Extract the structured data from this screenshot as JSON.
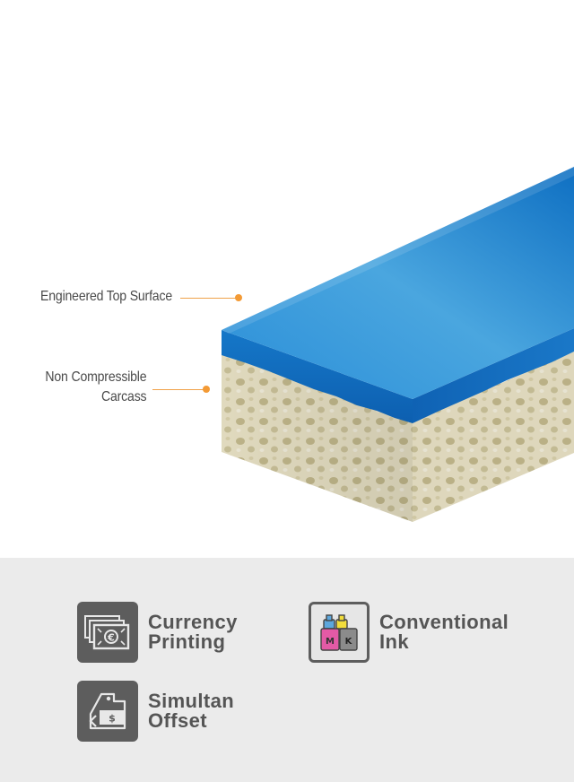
{
  "diagram": {
    "callouts": [
      {
        "id": "top-surface",
        "lines": [
          "Engineered Top Surface"
        ]
      },
      {
        "id": "carcass",
        "lines": [
          "Non Compressible",
          "Carcass"
        ]
      }
    ],
    "colors": {
      "surface_blue": "#1f86d3",
      "carcass_cream": "#e7e0c0",
      "leader_orange": "#f39a35"
    }
  },
  "applications": [
    {
      "name": "currency-printing",
      "lines": [
        "Currency",
        "Printing"
      ],
      "icon": "currency-notes-icon"
    },
    {
      "name": "conventional-ink",
      "lines": [
        "Conventional",
        "Ink"
      ],
      "icon": "ink-bottles-icon"
    },
    {
      "name": "simultan-offset",
      "lines": [
        "Simultan",
        "Offset"
      ],
      "icon": "dollar-tag-icon"
    }
  ]
}
